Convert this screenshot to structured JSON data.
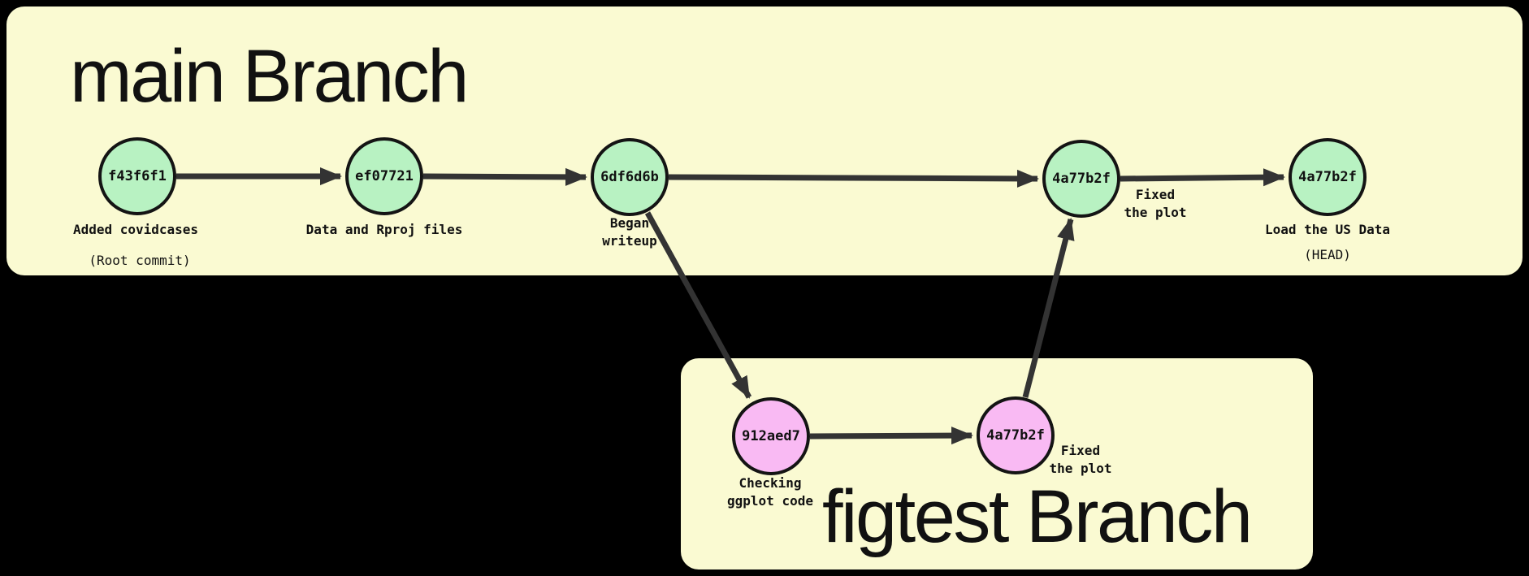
{
  "diagram": {
    "background": "#000000",
    "arrow_color": "#333333",
    "branch_box_color": "#fafad2",
    "main_branch": {
      "title": "main Branch",
      "node_color": "#b8f2c2"
    },
    "figtest_branch": {
      "title": "figtest Branch",
      "node_color": "#f9baf3"
    },
    "nodes": [
      {
        "id": "f43f6f1",
        "caption": "Added covidcases",
        "sub": "(Root commit)",
        "branch": "main"
      },
      {
        "id": "ef07721",
        "caption": "Data and Rproj files",
        "sub": "",
        "branch": "main"
      },
      {
        "id": "6df6d6b",
        "caption": "Began\nwriteup",
        "sub": "",
        "branch": "main"
      },
      {
        "id": "4a77b2f",
        "caption": "Fixed\nthe plot",
        "sub": "",
        "branch": "main"
      },
      {
        "id": "4a77b2f",
        "caption": "Load the US Data",
        "sub": "(HEAD)",
        "branch": "main"
      },
      {
        "id": "912aed7",
        "caption": "Checking\nggplot code",
        "sub": "",
        "branch": "figtest"
      },
      {
        "id": "4a77b2f",
        "caption": "Fixed\nthe plot",
        "sub": "",
        "branch": "figtest"
      }
    ],
    "edges": [
      {
        "from": "f43f6f1",
        "to": "ef07721"
      },
      {
        "from": "ef07721",
        "to": "6df6d6b"
      },
      {
        "from": "6df6d6b",
        "to": "4a77b2f"
      },
      {
        "from": "4a77b2f",
        "to": "4a77b2f (HEAD)"
      },
      {
        "from": "6df6d6b",
        "to": "912aed7"
      },
      {
        "from": "912aed7",
        "to": "4a77b2f (figtest)"
      },
      {
        "from": "4a77b2f (figtest)",
        "to": "4a77b2f (merge into main)"
      }
    ]
  }
}
